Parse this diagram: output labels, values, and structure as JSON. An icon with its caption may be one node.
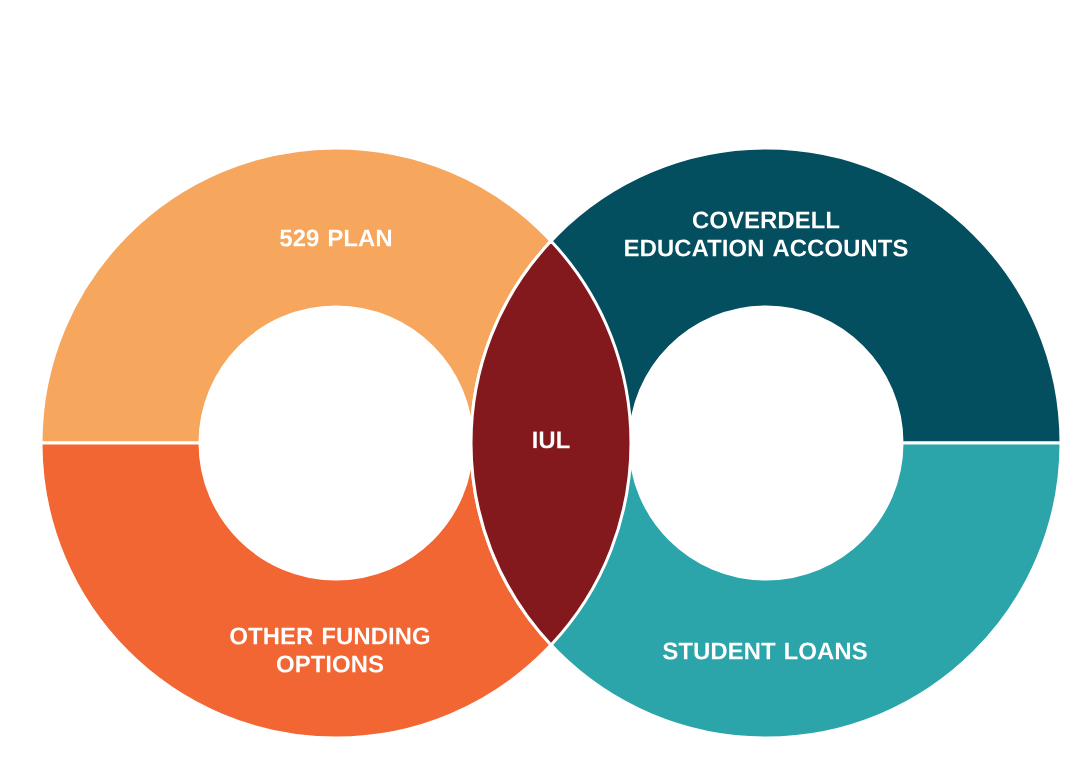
{
  "diagram": {
    "nodes": [
      {
        "text": [
          "529 PLAN"
        ]
      },
      {
        "text": [
          "COVERDELL EDUCATION ACCOUNTS"
        ]
      },
      {
        "text": [
          "IUL"
        ]
      },
      {
        "text": [
          "OTHER FUNDING OPTIONS"
        ]
      },
      {
        "text": [
          "STUDENT LOANS"
        ]
      }
    ]
  }
}
